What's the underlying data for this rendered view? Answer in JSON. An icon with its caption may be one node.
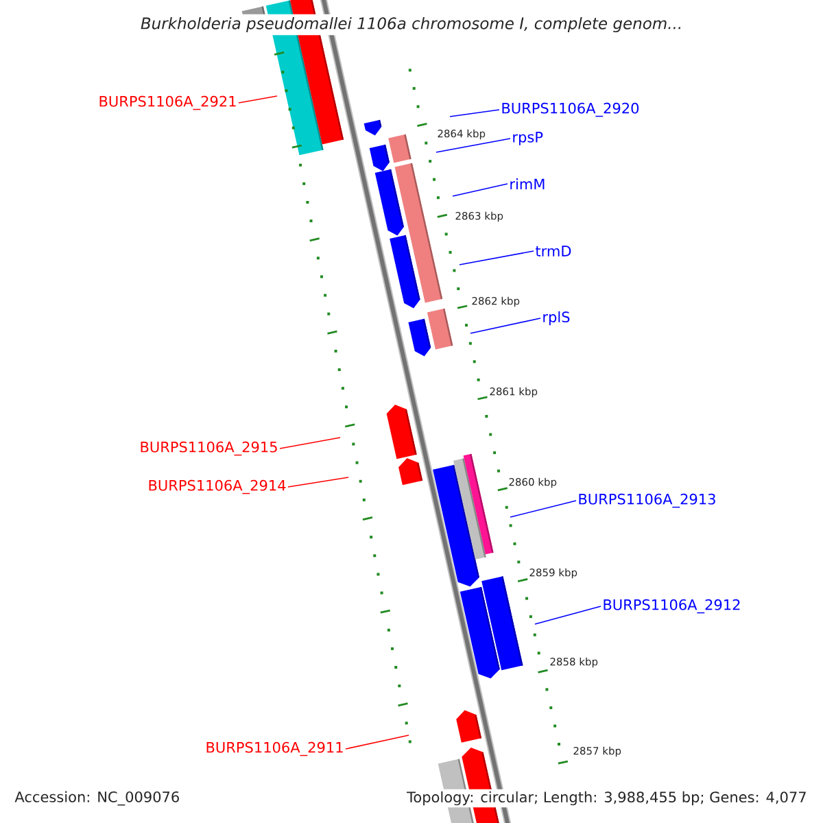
{
  "diagram": {
    "title": "Burkholderia pseudomallei 1106a chromosome I, complete genom...",
    "nodes": [
      {
        "text": [
          "BURPS1106A_2921"
        ]
      },
      {
        "text": [
          "BURPS1106A_2920"
        ]
      },
      {
        "text": [
          "rpsP"
        ]
      },
      {
        "text": [
          "rimM"
        ]
      },
      {
        "text": [
          "trmD"
        ]
      },
      {
        "text": [
          "rplS"
        ]
      },
      {
        "text": [
          "BURPS1106A_2915"
        ]
      },
      {
        "text": [
          "BURPS1106A_2914"
        ]
      },
      {
        "text": [
          "BURPS1106A_2913"
        ]
      },
      {
        "text": [
          "BURPS1106A_2912"
        ]
      },
      {
        "text": [
          "BURPS1106A_2911"
        ]
      }
    ],
    "edges": [
      {
        "from": 0,
        "to": null,
        "arrow": "none",
        "color": "#ff0000"
      },
      {
        "from": 1,
        "to": null,
        "arrow": "none"
      },
      {
        "from": 2,
        "to": null,
        "arrow": "none"
      },
      {
        "from": 3,
        "to": null,
        "arrow": "none"
      },
      {
        "from": 4,
        "to": null,
        "arrow": "none"
      },
      {
        "from": 5,
        "to": null,
        "arrow": "none"
      },
      {
        "from": 6,
        "to": null,
        "arrow": "none",
        "color": "#ff0000"
      },
      {
        "from": 7,
        "to": null,
        "arrow": "none",
        "color": "#ff0000"
      },
      {
        "from": 8,
        "to": null,
        "arrow": "none"
      },
      {
        "from": 9,
        "to": null,
        "arrow": "none"
      },
      {
        "from": 10,
        "to": null,
        "arrow": "none",
        "color": "#ff0000"
      }
    ],
    "labels": [
      "2864 kbp",
      "2863 kbp",
      "2862 kbp",
      "2861 kbp",
      "2860 kbp",
      "2859 kbp",
      "2858 kbp",
      "2857 kbp",
      "Accession: NC_009076",
      "Topology: circular; Length: 3,988,455 bp; Genes: 4,077"
    ]
  }
}
